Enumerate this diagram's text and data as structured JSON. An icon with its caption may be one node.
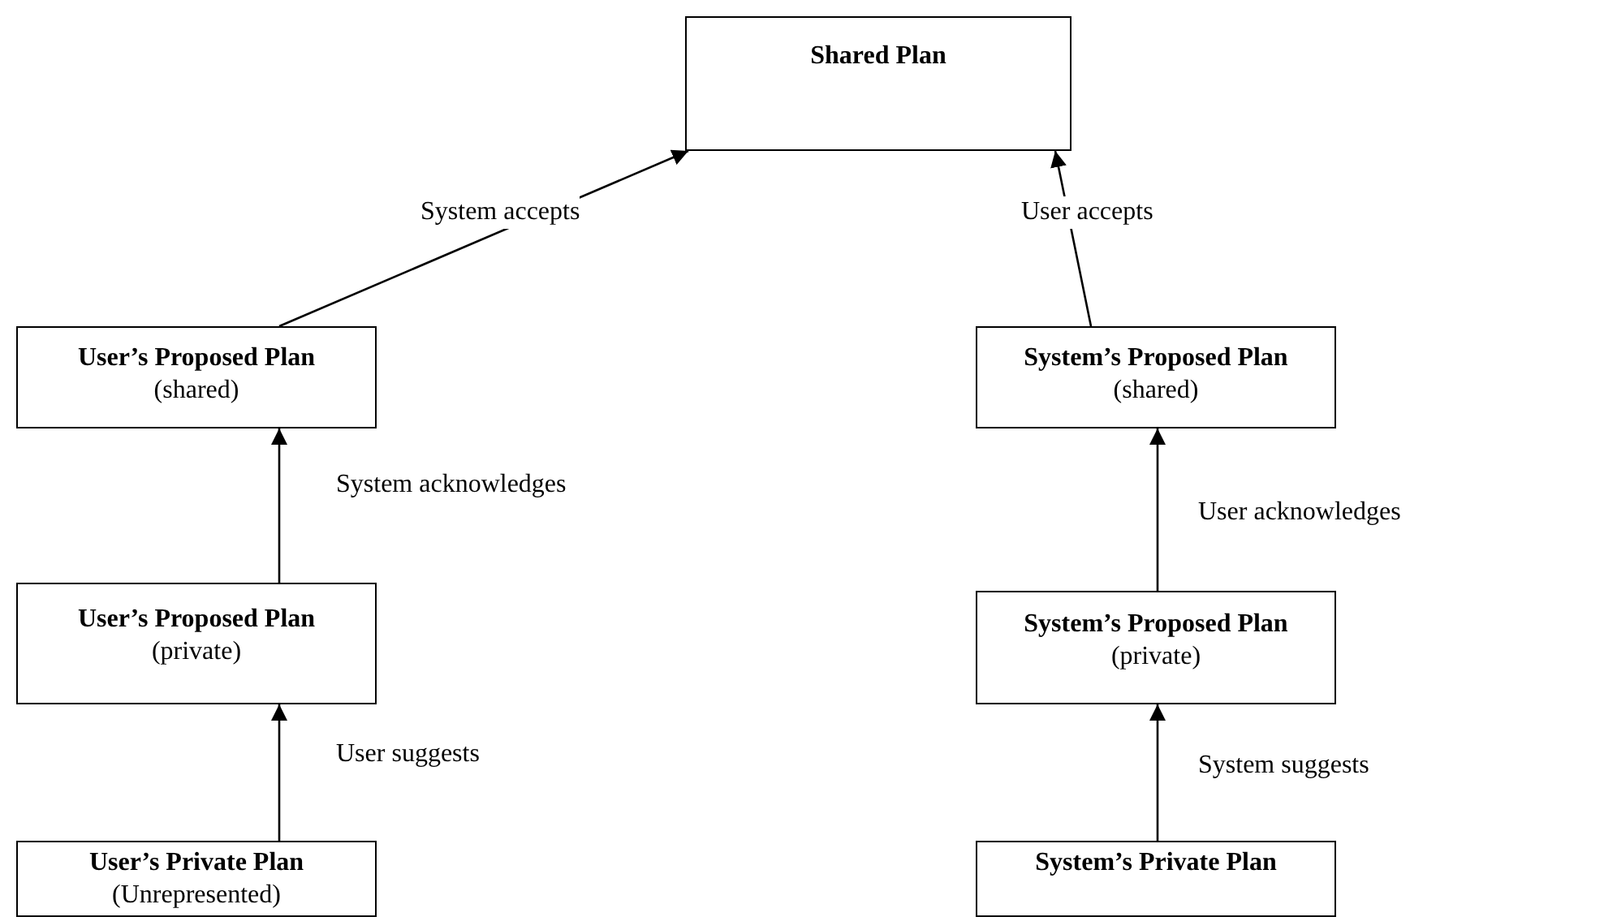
{
  "diagram": {
    "nodes": [
      {
        "text": [
          "Shared Plan"
        ]
      },
      {
        "text": [
          "User’s Proposed Plan",
          "(shared)"
        ]
      },
      {
        "text": [
          "System’s Proposed Plan",
          "(shared)"
        ]
      },
      {
        "text": [
          "User’s Proposed Plan",
          "(private)"
        ]
      },
      {
        "text": [
          "System’s Proposed Plan",
          "(private)"
        ]
      },
      {
        "text": [
          "User’s Private Plan",
          "(Unrepresented)"
        ]
      },
      {
        "text": [
          "System’s Private Plan"
        ]
      }
    ],
    "edges": [
      {
        "from": 1,
        "to": 0,
        "arrow": "to",
        "label": "System accepts"
      },
      {
        "from": 2,
        "to": 0,
        "arrow": "to",
        "label": "User accepts"
      },
      {
        "from": 3,
        "to": 1,
        "arrow": "to",
        "label": "System acknowledges"
      },
      {
        "from": 4,
        "to": 2,
        "arrow": "to",
        "label": "User acknowledges"
      },
      {
        "from": 5,
        "to": 3,
        "arrow": "to",
        "label": "User suggests"
      },
      {
        "from": 6,
        "to": 4,
        "arrow": "to",
        "label": "System suggests"
      }
    ]
  }
}
